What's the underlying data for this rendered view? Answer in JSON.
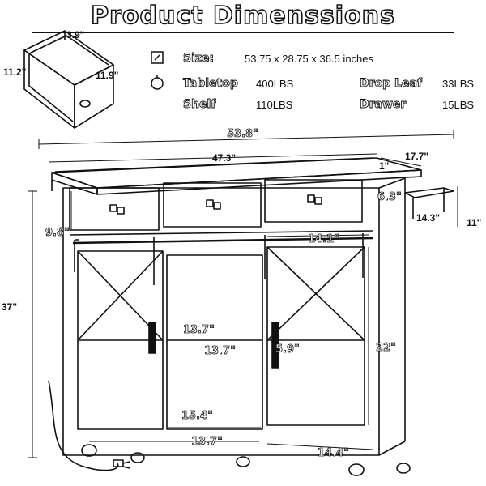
{
  "title": "Product Dimenssions",
  "specs": {
    "size_label": "Size:",
    "size_value": "53.75 x 28.75 x 36.5 inches",
    "tabletop_label": "Tabletop",
    "tabletop_value": "400LBS",
    "shelf_label": "Shelf",
    "shelf_value": "110LBS",
    "dropleaf_label": "Drop Leaf",
    "dropleaf_value": "33LBS",
    "drawer_label": "Drawer",
    "drawer_value": "15LBS"
  },
  "drawer_dims": {
    "depth": "3.9\"",
    "left": "11.2\"",
    "right": "11.9\""
  },
  "cabinet_dims": {
    "overall_width": "53.8\"",
    "top_width": "47.3\"",
    "side_depth": "17.7\"",
    "leaf_thickness": "1\"",
    "leaf_width": "6.3\"",
    "leaf_offset": "14.3\"",
    "leaf_height": "11\"",
    "drawer_height": "9.8\"",
    "drawer_width": "14.1\"",
    "overall_height": "37\"",
    "door_height": "22\"",
    "shelf_width_a": "13.7\"",
    "shelf_width_b": "13.7\"",
    "handle_length": "5.9\"",
    "bottom_inner": "15.4\"",
    "bottom_left": "13.7\"",
    "bottom_right": "14.4\""
  },
  "icons": [
    "size-icon",
    "weight-icon"
  ]
}
